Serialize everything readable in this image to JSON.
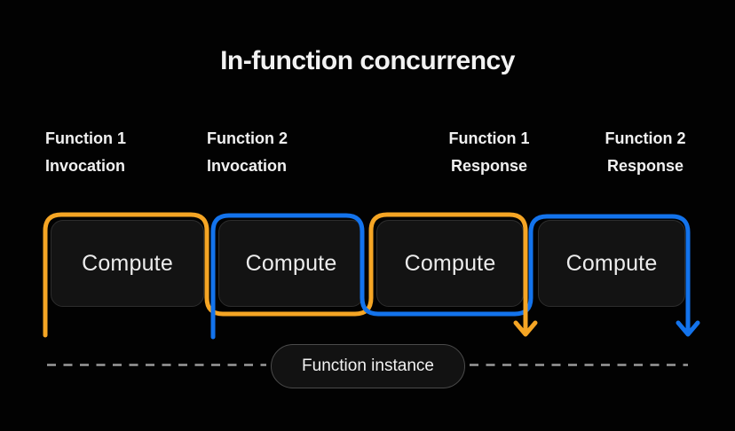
{
  "title": "In-function concurrency",
  "colors": {
    "function1": "#F5A524",
    "function2": "#1373EC",
    "dashed_line": "#999999"
  },
  "labels": [
    {
      "line1": "Function 1",
      "line2": "Invocation"
    },
    {
      "line1": "Function 2",
      "line2": "Invocation"
    },
    {
      "line1": "Function 1",
      "line2": "Response"
    },
    {
      "line1": "Function 2",
      "line2": "Response"
    }
  ],
  "boxes": [
    {
      "label": "Compute"
    },
    {
      "label": "Compute"
    },
    {
      "label": "Compute"
    },
    {
      "label": "Compute"
    }
  ],
  "instance": {
    "label": "Function instance"
  }
}
